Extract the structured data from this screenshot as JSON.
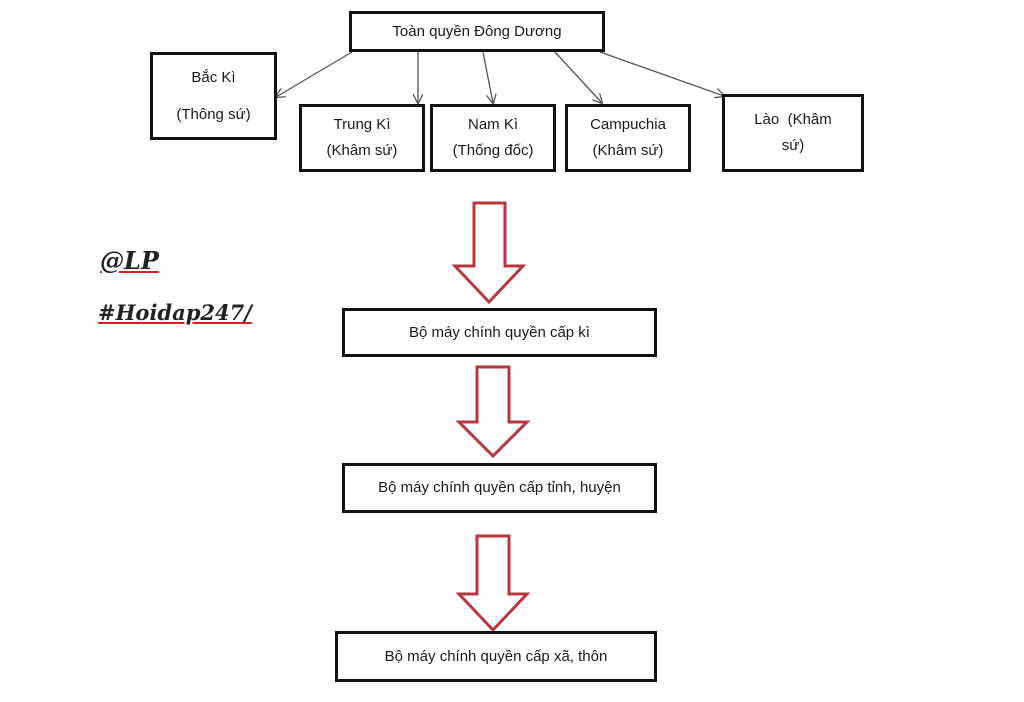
{
  "diagram": {
    "root": {
      "label": "Toàn quyền Đông Dương"
    },
    "regions": [
      {
        "id": "backi",
        "line1": "Bắc Kì",
        "line2": "(Thông sứ)"
      },
      {
        "id": "trungki",
        "line1": "Trung Kì",
        "line2": "(Khâm sứ)"
      },
      {
        "id": "namki",
        "line1": "Nam Kì",
        "line2": "(Thống đốc)"
      },
      {
        "id": "campuchia",
        "line1": "Campuchia",
        "line2": "(Khâm sứ)"
      },
      {
        "id": "lao",
        "line1": "Lào  (Khâm",
        "line2": "sứ)"
      }
    ],
    "levels": [
      {
        "label": "Bộ máy chính quyền cấp kì"
      },
      {
        "label": "Bộ máy chính quyền cấp tỉnh, huyện"
      },
      {
        "label": "Bộ máy chính quyền cấp xã, thôn"
      }
    ]
  },
  "watermark": {
    "handle": "@LP",
    "tag": "#Hoidap247/"
  },
  "colors": {
    "box_border": "#111111",
    "connector": "#555555",
    "flow_arrow": "#b5373f",
    "watermark_underline": "#d92020"
  }
}
